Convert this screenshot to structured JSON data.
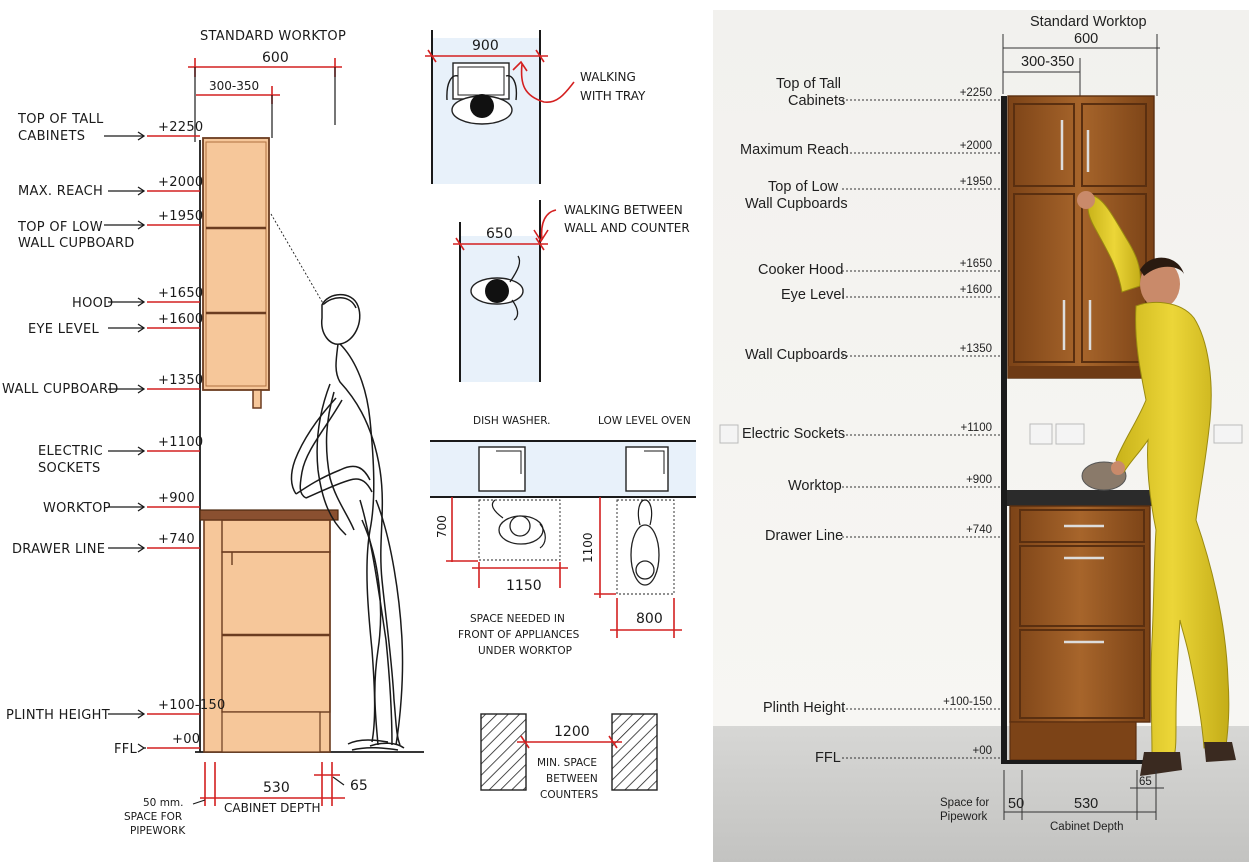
{
  "colors": {
    "dimension_red": "#d42020",
    "cabinet_fill": "#f6c79a",
    "worktop_brown": "#8a5030",
    "wood": "#9a5a26",
    "overall_yellow": "#e8d02a",
    "aisle_fill": "#e8f1fa"
  },
  "sketch": {
    "standard_worktop": "STANDARD WORKTOP",
    "worktop_depth": "600",
    "wall_cab_depth": "300-350",
    "labels": [
      {
        "text": [
          "TOP OF TALL",
          "CABINETS"
        ],
        "value": "+2250",
        "h": 2250
      },
      {
        "text": [
          "MAX. REACH"
        ],
        "value": "+2000",
        "h": 2000
      },
      {
        "text": [
          "TOP OF LOW",
          "WALL CUPBOARD"
        ],
        "value": "+1950",
        "h": 1950
      },
      {
        "text": [
          "HOOD"
        ],
        "value": "+1650",
        "h": 1650
      },
      {
        "text": [
          "EYE LEVEL"
        ],
        "value": "+1600",
        "h": 1600
      },
      {
        "text": [
          "WALL CUPBOARD"
        ],
        "value": "+1350",
        "h": 1350
      },
      {
        "text": [
          "ELECTRIC",
          "SOCKETS"
        ],
        "value": "+1100",
        "h": 1100
      },
      {
        "text": [
          "WORKTOP"
        ],
        "value": "+900",
        "h": 900
      },
      {
        "text": [
          "DRAWER LINE"
        ],
        "value": "+740",
        "h": 740
      },
      {
        "text": [
          "PLINTH HEIGHT"
        ],
        "value": "+100-150",
        "h": 125
      },
      {
        "text": [
          "FFL"
        ],
        "value": "+00",
        "h": 0
      }
    ],
    "cabinet_depth_value": "530",
    "cabinet_depth_label": "CABINET DEPTH",
    "toe_value": "65",
    "pipework": [
      "50 mm.",
      "SPACE FOR",
      "PIPEWORK"
    ],
    "walking_tray_value": "900",
    "walking_tray_label": [
      "WALKING",
      "WITH TRAY"
    ],
    "walking_between_value": "650",
    "walking_between_label": [
      "WALKING BETWEEN",
      "WALL AND COUNTER"
    ],
    "dish_washer": "DISH WASHER.",
    "low_level_oven": "LOW LEVEL OVEN",
    "dw_depth": "700",
    "dw_width": "1150",
    "oven_depth": "1100",
    "oven_width": "800",
    "appliance_caption": [
      "SPACE NEEDED IN",
      "FRONT OF APPLIANCES",
      "UNDER WORKTOP"
    ],
    "counters_value": "1200",
    "counters_caption": [
      "MIN. SPACE",
      "BETWEEN",
      "COUNTERS"
    ]
  },
  "photo": {
    "standard_worktop": "Standard Worktop",
    "worktop_depth": "600",
    "wall_cab_depth": "300-350",
    "labels": [
      {
        "text": [
          "Top of Tall",
          "Cabinets"
        ],
        "value": "+2250"
      },
      {
        "text": [
          "Maximum Reach"
        ],
        "value": "+2000"
      },
      {
        "text": [
          "Top of Low",
          "Wall Cupboards"
        ],
        "value": "+1950"
      },
      {
        "text": [
          "Cooker Hood"
        ],
        "value": "+1650"
      },
      {
        "text": [
          "Eye Level"
        ],
        "value": "+1600"
      },
      {
        "text": [
          "Wall Cupboards"
        ],
        "value": "+1350"
      },
      {
        "text": [
          "Electric Sockets"
        ],
        "value": "+1100"
      },
      {
        "text": [
          "Worktop"
        ],
        "value": "+900"
      },
      {
        "text": [
          "Drawer Line"
        ],
        "value": "+740"
      },
      {
        "text": [
          "Plinth Height"
        ],
        "value": "+100-150"
      },
      {
        "text": [
          "FFL"
        ],
        "value": "+00"
      }
    ],
    "pipework": [
      "Space for",
      "Pipework"
    ],
    "pipework_value": "50",
    "cabinet_depth_value": "530",
    "cabinet_depth_label": "Cabinet Depth",
    "toe_value": "65"
  }
}
